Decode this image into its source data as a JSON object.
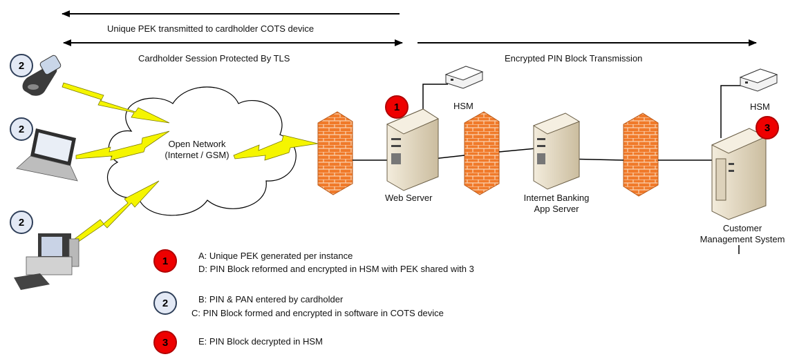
{
  "arrows": {
    "pek_label": "Unique PEK transmitted to cardholder COTS device",
    "tls_label": "Cardholder Session  Protected By TLS",
    "encrypted_label": "Encrypted PIN Block Transmission"
  },
  "network": {
    "label_line1": "Open Network",
    "label_line2": "(Internet / GSM)"
  },
  "nodes": {
    "web_server": "Web Server",
    "app_server_line1": "Internet Banking",
    "app_server_line2": "App Server",
    "cms_line1": "Customer",
    "cms_line2": "Management System",
    "hsm_web": "HSM",
    "hsm_cms": "HSM"
  },
  "badges": {
    "one": "1",
    "two": "2",
    "three": "3"
  },
  "legend": [
    {
      "badge": "1",
      "lines": [
        "A: Unique PEK generated per instance",
        "D: PIN Block reformed and encrypted in HSM with PEK shared with 3"
      ]
    },
    {
      "badge": "2",
      "lines": [
        "B: PIN & PAN entered by cardholder",
        "C: PIN Block formed and encrypted in software in COTS device"
      ]
    },
    {
      "badge": "3",
      "lines": [
        "E: PIN Block decrypted in HSM"
      ]
    }
  ],
  "colors": {
    "firewall": "#f07a2a",
    "badge_red": "#ee0000",
    "badge_blue": "#e3e9f5",
    "lightning": "#f5f500",
    "server": "#e6dcc6"
  }
}
